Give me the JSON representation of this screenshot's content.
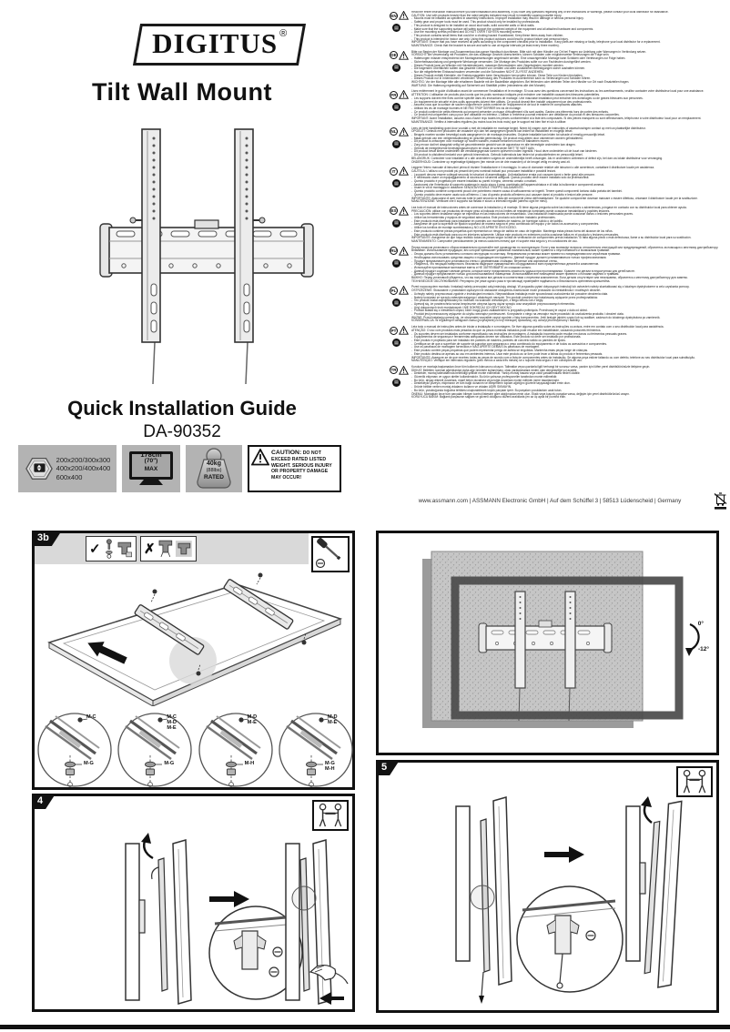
{
  "brand": {
    "logo": "DIGITUS",
    "registered": "®"
  },
  "header": {
    "title": "Tilt Wall Mount",
    "guide": "Quick Installation Guide",
    "model": "DA-90352"
  },
  "specs": {
    "vesa_lines": "200x200/300x300\n400x200/400x400\n600x400",
    "screen": {
      "size": "178cm",
      "inch": "(70\")",
      "max": "MAX"
    },
    "weight": {
      "kg": "40kg",
      "lbs": "(88lbs)",
      "rated": "RATED"
    },
    "caution_title": "CAUTION:",
    "caution_text": "DO NOT EXCEED RATED LISTED WEIGHT. SERIOUS INJURY OR PROPERTY DAMAGE MAY OCCUR!"
  },
  "icons": {
    "check": "✓",
    "cross": "✗"
  },
  "footer": {
    "line": "www.assmann.com | ASSMANN Electronic GmbH | Auf dem Schüffel 3 | 58513 Lüdenscheid | Germany"
  },
  "languages": [
    {
      "code": "EN",
      "text": "Read the entire instruction manual before you start installation and assembly. If you have any questions regarding any of the instructions or warnings, please contact your local distributor for assistance.\nCAUTION: Use with products heavier than the rated weights indicated may result in instability causing possible injury.\n-  Mounts must be installed as specified in assembly instructions. Improper installation may result in damage or serious personal injury.\n-  Safety gear and proper tools must be used. This product should only be installed by professionals.\n-  This product is designed to be installed on wood stud walls, solid concrete walls or brick walls.\n-  Make sure that the supporting surface will safely support the combined weight of the equipment and all attached hardware and components.\n-  Use the mounting screws provided and DO NOT OVER TIGHTEN mounting screws.\n-  This product contains small items that could be a choking hazard if swallowed. Keep these items away from children.\n-  This product is intended for indoor use only. Using this product outdoors could lead to product failure and personal injury.\nIMPORTANT: Ensure that you have received all parts according to the component checklist prior to installation. If any parts are missing or faulty, telephone your local distributor for a replacement.\nMAINTENANCE: Check that the bracket is secure and safe to use at regular intervals (at least every three months)."
    },
    {
      "code": "DE",
      "text": "Bitte vor Beginn der Montage und Zusammenbau das ganze Handbuch durchlesen. Bitte sich mit dem Händler vor Ort bei Fragen zur Anleitung oder Warnungen in Verbindung setzen.\nVORSICHT: Bei Verwendung mit Produkten, die das zulässige Gewicht überschreiten, können Schäden oder möglicherweise Verletzungen die Folge sein.\n-  Halterungen müssen entsprechend der Montageanweisungen angebracht werden. Eine unsachgemäße Montage kann Schäden oder Verletzungen zur Folge haben.\n-  Sicherheitsausrüstung und geeignete Werkzeuge verwenden. Die Montage des Produktes sollte nur von Fachleuten durchgeführt werden.\n-  Dieses Produkt kann an Wänden mit Holzständerwerk, massiven Betonwänden oder Ziegelwänden montiert werden.\n-  Die tragenden Oberflächen sollten das gesamte Gewicht von Geräten und allen zusätzlichen Befestigungen sicher aushalten können.\n-  Nur die mitgelieferten Einbauschrauben verwenden und die Schrauben NICHT ZU FEST ANZIEHEN.\n-  Dieses Produkt enthält Kleinteile, die Erstickungsgefahr beim Verschlucken hervorrufen können. Diese Teile von Kindern fernhalten.\n-  Dieses Produkt nur in Innenräumen verwenden. Verwendung des Produktes im Außenbereich kann zu Verletzungen und Schäden führen.\nWICHTIG: Vor der Montage bitte alle erhaltenen Bauteile mit der Bauteilliste abgleichen. Bei fehlenden oder defekten Teilen den Händler vor Ort nach Ersatzteilen fragen.\nWARTUNG: Die Halterung regelmäßig auf Sicherheit und Stabilität prüfen (mindestens alle drei Monate)."
    },
    {
      "code": "FR",
      "text": "Lisez entièrement le guide d'utilisation avant de commencer l'installation et le montage. Si vous avez des questions concernant les instructions ou les avertissements, veuillez contacter votre distributeur local pour une assistance.\nATTENTION: L'utilisation de produits plus lourds que les poids nominaux indiqués peut entraîner une instabilité causant des blessures potentielles.\n-  Les supports doivent être fixés comme spécifié dans les instructions de montage. Une mauvaise installation peut entraîner des dommages ou de graves blessures aux personnes.\n-  Un équipement de sécurité et des outils appropriés doivent être utilisés. Ce produit devrait être installé uniquement par des professionnels.\n-  Assurez-vous que la surface de soutien supportera le poids combiné de l'équipement et de tout le matériel et composants attachés.\n-  Utilisez les vis de montage fournies et NE PAS TROP SERRER les vis de montage.\n-  Ce produit contient de petits éléments qui peuvent présenter un risque d'étouffement s'ils sont avalés. Gardez ces éléments hors de portée des enfants.\n-  Ce produit est uniquement conçu pour une utilisation en intérieur. L'utiliser à l'extérieur pourrait entraîner une défaillance du produit et des blessures corporelles.\nIMPORTANT: Avant l'installation, assurez-vous d'avoir reçu toutes les pièces conformément à la liste des composants. Si des pièces manquent ou sont défectueuses, téléphonez à votre distributeur local pour un remplacement.\nMAINTENANCE: Vérifiez à intervalles réguliers (au moins tous les trois mois) que le support est bien fixé et sûr à utiliser."
    },
    {
      "code": "NL",
      "text": "Lees de hele handleiding goed door voordat u met de installatie en montage begint. Neem bij vragen over de instructies of waarschuwingen contact op met uw plaatselijke distributeur.\nOPGELET: Gebruik met producten die zwaarder zijn dan het aangegeven gewicht kan leiden tot instabiliteit en mogelijk letsel.\n-  Beugels moeten worden bevestigd zoals aangegeven in de montage-instructies. Onjuiste installatie kan leiden tot schade of ernstig persoonlijk letsel.\n-  Maak gebruik van een veiligheidsuitrusting en geschikt gereedschap. Dit product mag alleen door vakmensen worden geïnstalleerd.\n-  Dit product is ontworpen voor montage op houten wanden, massief betonnen muren of bakstenen muren.\n-  Zorg ervoor dat het draagvlak veilig het gecombineerde gewicht van de apparatuur en alle bevestigde onderdelen kan dragen.\n-  Gebruik de meegeleverde bevestigingsschroeven en draai de schroeven NIET TE VAST AAN.\n-  Dit product bevat kleine onderdelen die verstikkingsgevaar kunnen opleveren indien ingeslikt. Houd deze onderdelen uit de buurt van kinderen.\n-  Dit product is uitsluitend bedoeld voor gebruik binnenshuis. Gebruik buitenshuis kan leiden tot productdefecten en persoonlijk letsel.\nBELANGRIJK: Controleer vóór installatie of u alle onderdelen volgens de onderdelenlijst heeft ontvangen. Als er onderdelen ontbreken of defect zijn, bel dan uw lokale distributeur voor vervanging.\nONDERHOUD: Controleer op regelmatige tijdstippen (ten minste om de drie maanden) of de beugel veilig en stevig vast zit."
    },
    {
      "code": "IT",
      "text": "Leggere l'intero manuale di istruzioni prima di iniziare l'installazione e il montaggio. In caso di domande relative alle istruzioni o alle avvertenze, contattare il distributore locale per assistenza.\nCAUTELA: L'utilizzo con prodotti più pesanti dei pesi nominali indicati può provocare instabilità e possibili lesioni.\n-  I supporti devono essere collegati secondo le istruzioni di assemblaggio. Un'installazione errata può causare danni o ferite gravi alle persone.\n-  È necessario usare un equipaggiamento di sicurezza e strumenti adeguati. Questo prodotto deve essere installato solo da professionisti.\n-  Questo prodotto è progettato per essere installato su pareti in legno, cemento armato o mattoni.\n-  Assicurarsi che l'interfaccia di supporto sostenga in modo sicuro il peso combinato dell'apparecchiatura e di tutta la bulloneria e componenti annessi.\n-  Usare le viti di montaggio in dotazione SENZA AVVITARLE TROPPO SALDAMENTE.\n-  Questo prodotto contiene componenti piccoli che potrebbero essere causa di soffocamento se ingeriti. Tenere questi componenti lontano dalla portata dei bambini.\n-  Questo prodotto deve essere usato solo all'interno. L'uso di questo prodotto all'esterno può causare danni al prodotto e lesioni alle persone.\nIMPORTANTE: Assicurarsi di aver ricevuto tutte le parti secondo la lista dei componenti prima dell'installazione. Se qualche componente dovesse mancare o essere difettoso, chiamare il distributore locale per la sostituzione.\nMANUTENZIONE: Verificare che il supporto sia fissato e sicuro a intervalli regolari (almeno ogni tre mesi)."
    },
    {
      "code": "ES",
      "text": "Lea todo el manual de instrucciones antes de comenzar la instalación y el montaje. Si tiene alguna pregunta sobre las instrucciones o advertencias, póngase en contacto con su distribuidor local para obtener ayuda.\nPRECAUCIÓN: utilizar con productos de mayor peso al indicado en los límites de resistencia nominales puede ocasionar inestabilidad y posibles lesiones.\n-  Los soportes deben instalarse según se especifica en las instrucciones de ensamblado. Una instalación inadecuada puede ocasionar daños o lesiones personales graves.\n-  Utilice las herramientas y equipos de seguridad adecuados. Este producto solo deben instalarlo profesionales.\n-  Este producto está diseñado para instalarse en paredes con montantes de madera, de hormigón sólido o de ladrillo.\n-  Asegúrese de que la superficie de fijación soportará de manera segura el peso combinado del equipo y de todos los accesorios y componentes.\n-  Utilice los tornillos de montaje suministrados y NO LOS APRIETE EN EXCESO.\n-  Este producto contiene piezas pequeñas que representan un riesgo de asfixia en caso de ingestión. Mantenga estas piezas fuera del alcance de los niños.\n-  Este producto está diseñado para uso en interiores solamente. Utilizar este producto en exteriores podría ocasionar fallos en el producto y lesiones personales.\nIMPORTANTE: Asegúrese de que haya recibido todas las piezas según la lista de verificación de componentes previa instalación. Si falta alguna pieza o está defectuosa, llame a su distribuidor local para su sustitución.\nMANTENIMIENTO: Compruebe periódicamente (al menos cada tres meses) que el soporte está seguro y en condiciones de uso."
    },
    {
      "code": "RU",
      "text": "Перед началом установки и сборки внимательно прочитайте всё руководство по эксплуатации. Если у вас возникнут вопросы относительно инструкций или предупреждений, обратитесь за помощью к местному дистрибьютору.\nВнимание: Использование продукции, вес которой превышает указанный номинальный, может привести к неустойчивости и возможным травмам.\n-  Опоры должны быть установлены согласно инструкции по монтажу. Неправильная установка может привести к повреждениям или серьёзным травмам.\n-  Необходимо использовать средства защиты и подходящие инструменты. Данный продукт должен устанавливаться только профессионалами.\n-  Продукт предназначен для установки на стены с деревянными стойками, бетонные или кирпичные стены.\n-  Убедитесь, что несущая поверхность безопасно выдержит суммарный вес оборудования и всех прикреплённых деталей и компонентов.\n-  Используйте прилагаемые монтажные винты и НЕ ЗАТЯГИВАЙТЕ их слишком сильно.\n-  Данный продукт содержит мелкие детали, которые могут представлять опасность удушья при проглатывании. Храните эти детали в недоступном для детей месте.\n-  Данный продукт предназначен только для использования в помещении. Использование вне помещений может привести к поломке изделия и травмам.\nВАЖНО: Перед установкой убедитесь, что вы получили все детали в соответствии с перечнем компонентов. Если детали отсутствуют или неисправны, обратитесь к местному дистрибьютору для замены.\nТЕХНИЧЕСКОЕ ОБСЛУЖИВАНИЕ: Регулярно (не реже одного раза в три месяца) проверяйте надёжность и безопасность крепления кронштейна."
    },
    {
      "code": "PL",
      "text": "Przed rozpoczęciem montażu i instalacji należy przeczytać całą instrukcję obsługi. W przypadku pytań dotyczących instrukcji lub ostrzeżeń należy skontaktować się z lokalnym dystrybutorem w celu uzyskania pomocy.\nOSTRZEŻENIE: Stosowanie z produktami cięższymi niż wskazane obciążenia znamionowe może prowadzić do niestabilności i możliwych obrażeń.\n-  Uchwyty należy przymocować zgodnie z instrukcjami montażu. Nieprawidłowa instalacja może spowodować uszkodzenia lub poważne obrażenia ciała.\n-  Należy korzystać ze sprzętu zabezpieczającego i właściwych narzędzi. Ten produkt powinien być instalowany wyłącznie przez profesjonalistów.\n-  Ten produkt został zaprojektowany do montażu na ścianach drewnianych, z litego betonu lub z cegły.\n-  Upewnij się, że powierzchnia nośna bezpiecznie utrzyma łączny ciężar sprzętu oraz wszystkich przymocowanych elementów.\n-  Użyj dołączonych śrub montażowych i NIE DOKRĘCAJ ICH ZBYT MOCNO.\n-  Produkt składa się z niewielkich części, które mogą grozić zadławieniem w przypadku połknięcia. Przechowuj te części z dala od dzieci.\n-  Produkt jest przeznaczony wyłącznie do użytku wewnątrz pomieszczeń. Korzystanie z niego na zewnątrz może prowadzić do uszkodzenia produktu i obrażeń ciała.\nWAŻNE: Przed instalacją upewnij się, że otrzymałeś wszystkie części zgodnie z listą komponentów. Jeśli brakuje jakichś części lub są wadliwe, zadzwoń do lokalnego dystrybutora po zamiennik.\nKONSERWACJA: W regularnych odstępach czasu (przynajmniej co trzy miesiące) sprawdzaj, czy uchwyt jest bezpieczny i stabilny."
    },
    {
      "code": "PT",
      "text": "Leia todo o manual de instruções antes de iniciar a instalação e a montagem. Se tiver alguma questão sobre as instruções ou avisos, entre em contato com o seu distribuidor local para assistência.\nATENÇÃO: O uso com produtos mais pesados do que os pesos nominais indicados pode resultar em instabilidade, causando possíveis ferimentos.\n-  Os suportes devem ser instalados conforme especificado nas instruções de montagem. A instalação incorreta pode resultar em danos ou ferimentos pessoais graves.\n-  Equipamentos de segurança e ferramentas adequadas devem ser utilizados. Este produto só deve ser instalado por profissionais.\n-  Este produto é projetado para ser instalado em paredes de madeira, paredes de concreto sólido ou paredes de tijolos.\n-  Certifique-se de que a superfície de suporte irá suportar com segurança o peso combinado do equipamento e de todos os acessórios e componentes.\n-  Use os parafusos de montagem fornecidos e NÃO APERTE DEMAIS os parafusos de montagem.\n-  Este produto contém peças pequenas que podem representar perigo de asfixia se engolidas. Mantenha estas peças longe de crianças.\n-  Este produto destina-se apenas ao uso em ambientes internos. Usar este produto ao ar livre pode levar a falhas do produto e ferimentos pessoais.\nIMPORTANTE: Assegure-se de que recebeu todas as peças de acordo com a lista de componentes antes da instalação. Se alguma peça estiver faltando ou com defeito, telefone ao seu distribuidor local para substituição.\nMANUTENÇÃO: Verifique em intervalos regulares (pelo menos a cada três meses) se o suporte está seguro e em condições de uso."
    },
    {
      "code": "TR",
      "text": "Kurulum ve montaja başlamadan önce tüm kullanım kılavuzunu okuyun. Talimatlar veya uyarılarla ilgili herhangi bir sorunuz varsa, yardım için lütfen yerel distribütörünüzle iletişime geçin.\nDİKKAT: Belirtilen nominal ağırlıklardan daha ağır ürünlerle kullanılması, olası yaralanmalara neden olan dengesizliğe yol açabilir.\n-  Destekler, montaj talimatlarında belirtildiği şekilde monte edilmelidir. Yanlış montaj hasara veya ciddi yaralanmalara neden olabilir.\n-  Güvenlik ekipmanı ve uygun aletler kullanılmalıdır. Bu ürün yalnızca profesyoneller tarafından monte edilmelidir.\n-  Bu ürün, ahşap dikmeli duvarlara, masif beton duvarlara veya tuğla duvarlara monte edilmek üzere tasarlanmıştır.\n-  Destekleyici yüzeyin, ekipmanın ve tüm bağlı donanım ve bileşenlerin toplam ağırlığını güvenle taşıyacağından emin olun.\n-  Ürünle birlikte verilen montaj vidalarını kullanın ve vidaları AŞIRI SIKMAYIN.\n-  Bu ürün, yutulduğunda boğulma tehlikesi oluşturabilecek küçük parçalar içerir. Bu parçaları çocuklardan uzak tutun.\nÖNEMLİ: Montajdan önce tüm parçaları bileşen kontrol listesine göre aldığınızdan emin olun. Eksik veya kusurlu parçalar varsa, değişim için yerel distribütörünüzü arayın.\nKORUYUCU BAKIM: Bağlantı parçasının sağlam ve güvenli olduğunu düzenli aralıklarla (en az üç ayda bir) kontrol edin."
    }
  ],
  "diagrams": {
    "step3b": {
      "label": "3b"
    },
    "step4": {
      "label": "4"
    },
    "step5": {
      "label": "5"
    },
    "wall": {
      "angle_top": "0°",
      "angle_bottom": "-12°"
    },
    "details": [
      {
        "top": "M-C",
        "bottom": "M-G"
      },
      {
        "top": "M-C\nM-D\nM-E",
        "bottom": "M-G"
      },
      {
        "top": "M-D\nM-E",
        "bottom": "M-H"
      },
      {
        "top": "M-D\nM-E",
        "bottom": "M-G\nM-H"
      }
    ]
  }
}
